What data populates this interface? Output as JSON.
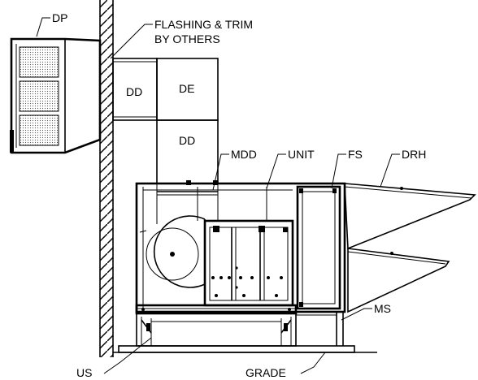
{
  "labels": {
    "dp": "DP",
    "flashing_line1": "FLASHING & TRIM",
    "flashing_line2": "BY OTHERS",
    "dd_left": "DD",
    "de": "DE",
    "dd_lower": "DD",
    "mdd": "MDD",
    "unit": "UNIT",
    "fs": "FS",
    "drh": "DRH",
    "ms": "MS",
    "us": "US",
    "grade": "GRADE"
  }
}
